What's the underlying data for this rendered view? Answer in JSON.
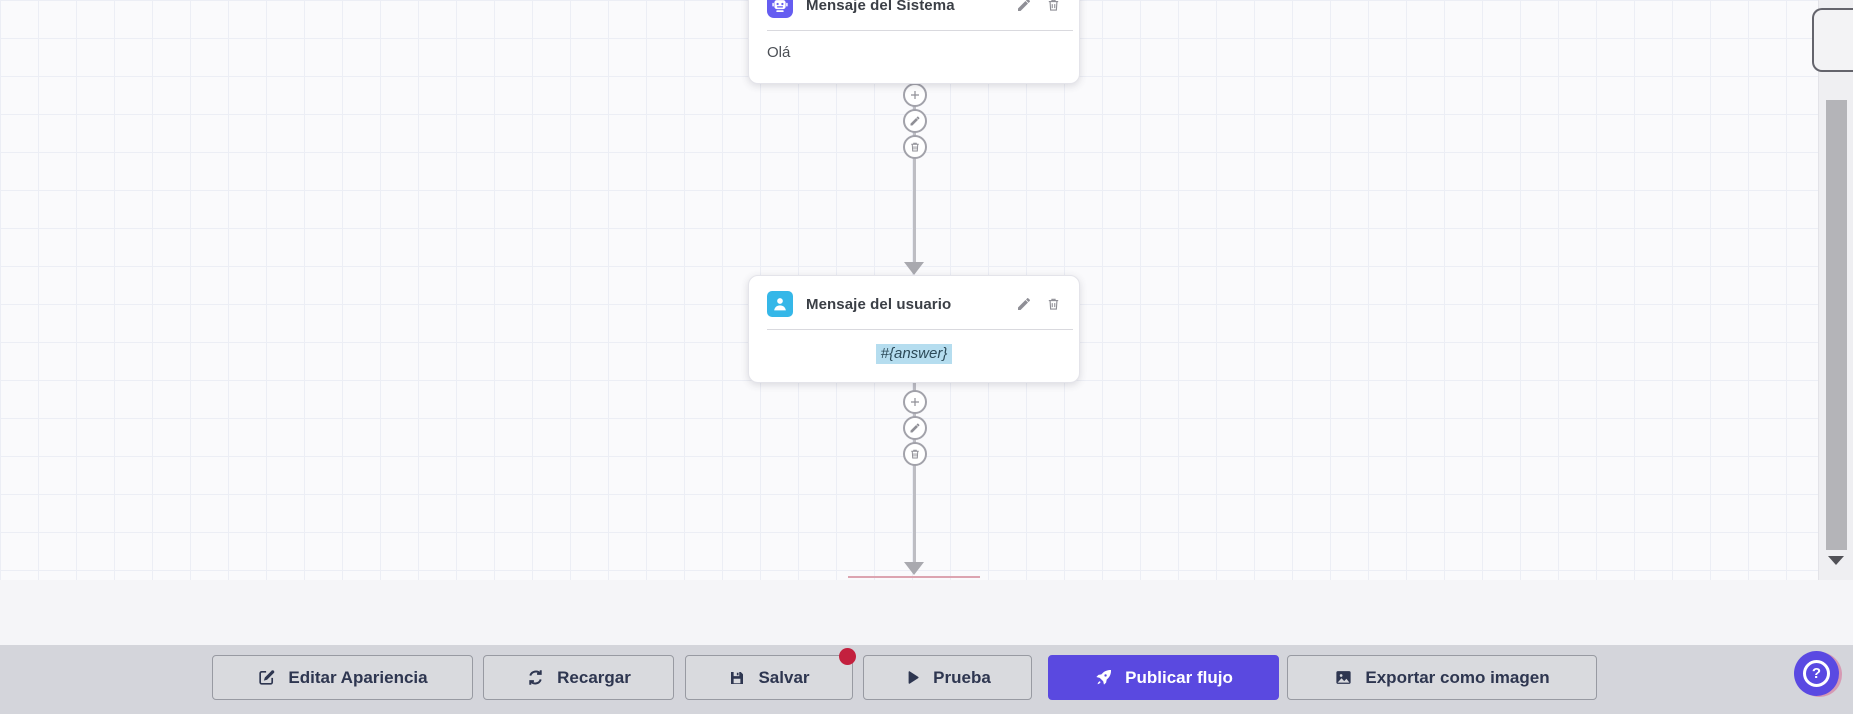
{
  "flow": {
    "nodes": [
      {
        "title": "Mensaje del Sistema",
        "body": "Olá",
        "icon": "robot-icon",
        "icon_bg": "#655df1"
      },
      {
        "title": "Mensaje del usuario",
        "body": "#{answer}",
        "icon": "user-icon",
        "icon_bg": "#35b7e8"
      }
    ],
    "node_actions": [
      "add",
      "edit",
      "delete"
    ]
  },
  "toolbar": {
    "edit_appearance": "Editar Apariencia",
    "reload": "Recargar",
    "save": "Salvar",
    "test": "Prueba",
    "publish": "Publicar flujo",
    "export": "Exportar como imagen"
  },
  "help": {
    "label": "?"
  },
  "colors": {
    "primary": "#5a49e0",
    "system_node_icon": "#655df1",
    "user_node_icon": "#35b7e8",
    "notification_dot": "#c3203e",
    "answer_highlight": "#b5ddef",
    "toolbar_bg": "#d4d5db",
    "canvas_bg": "#fafafc",
    "connector": "#bdbdc3"
  }
}
